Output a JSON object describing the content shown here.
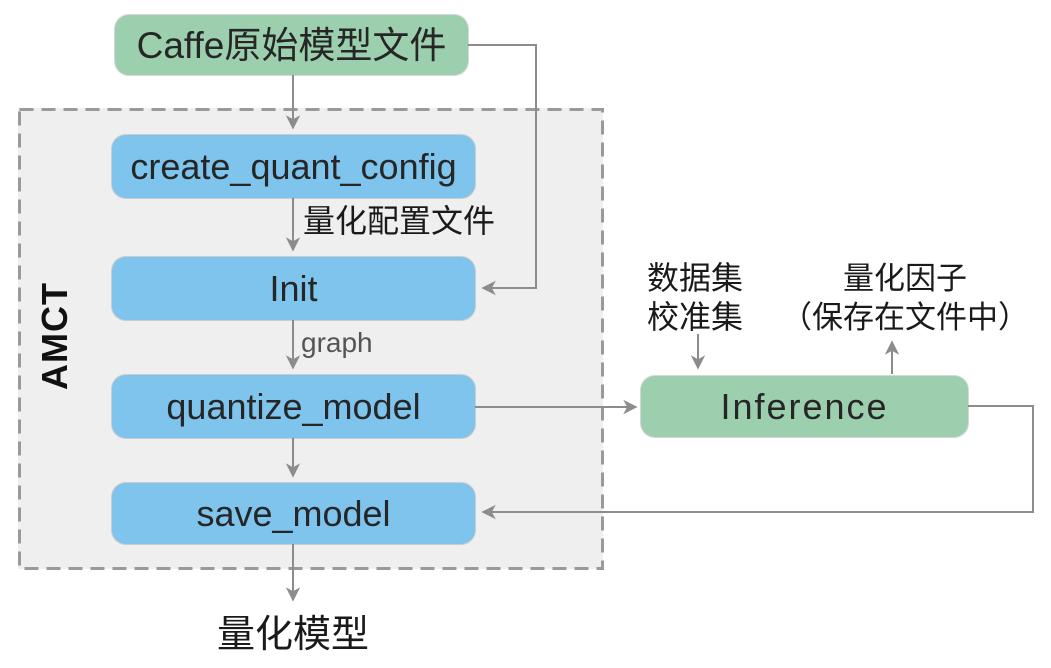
{
  "diagram": {
    "group": {
      "label": "AMCT"
    },
    "nodes": {
      "caffe_model": {
        "label": "Caffe原始模型文件",
        "type": "green"
      },
      "create_quant_config": {
        "label": "create_quant_config",
        "type": "blue"
      },
      "init": {
        "label": "Init",
        "type": "blue"
      },
      "quantize_model": {
        "label": "quantize_model",
        "type": "blue"
      },
      "save_model": {
        "label": "save_model",
        "type": "blue"
      },
      "inference": {
        "label": "Inference",
        "type": "green"
      }
    },
    "labels": {
      "quant_config_file": "量化配置文件",
      "graph": "graph",
      "dataset_line1": "数据集",
      "dataset_line2": "校准集",
      "quant_factor_line1": "量化因子",
      "quant_factor_line2": "（保存在文件中）",
      "quantized_model": "量化模型"
    },
    "colors": {
      "green_node": "#9BCFAE",
      "blue_node": "#7EC4EC",
      "group_fill": "#EFEFEF",
      "group_border": "#9A9A9A",
      "arrow": "#8C8C8C",
      "text": "#262626"
    }
  }
}
